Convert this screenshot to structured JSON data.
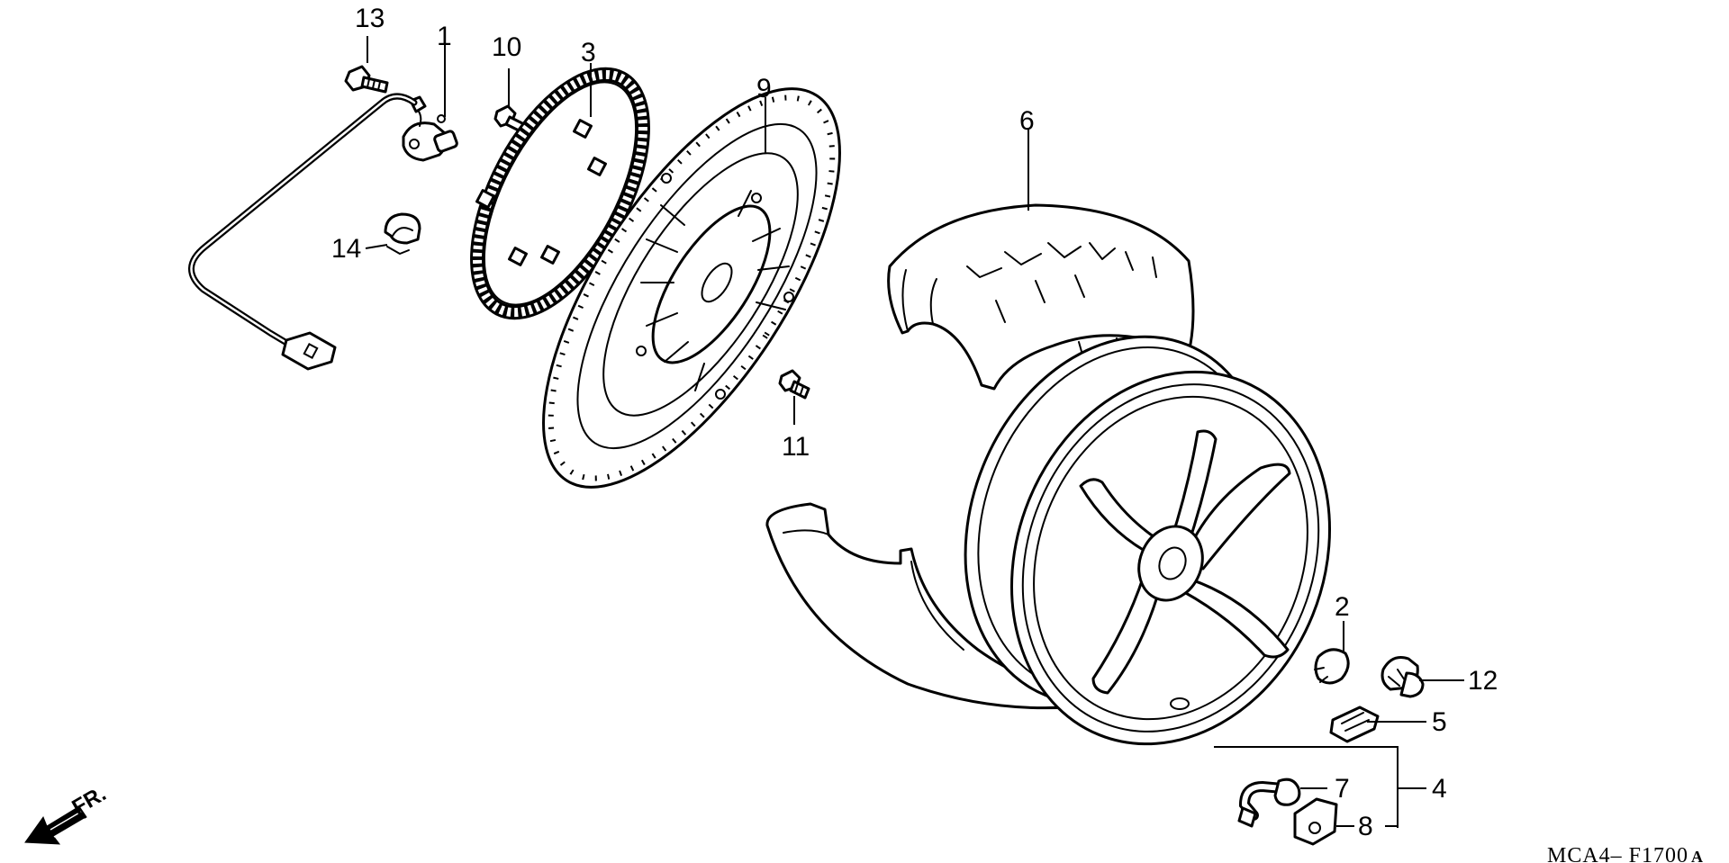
{
  "callouts": {
    "c1": "1",
    "c2": "2",
    "c3": "3",
    "c4": "4",
    "c5": "5",
    "c6": "6",
    "c7": "7",
    "c8": "8",
    "c9": "9",
    "c10": "10",
    "c11": "11",
    "c12": "12",
    "c13": "13",
    "c14": "14"
  },
  "front_indicator": "FR.",
  "diagram_code": "MCA4– F1700",
  "diagram_code_suffix": "A"
}
